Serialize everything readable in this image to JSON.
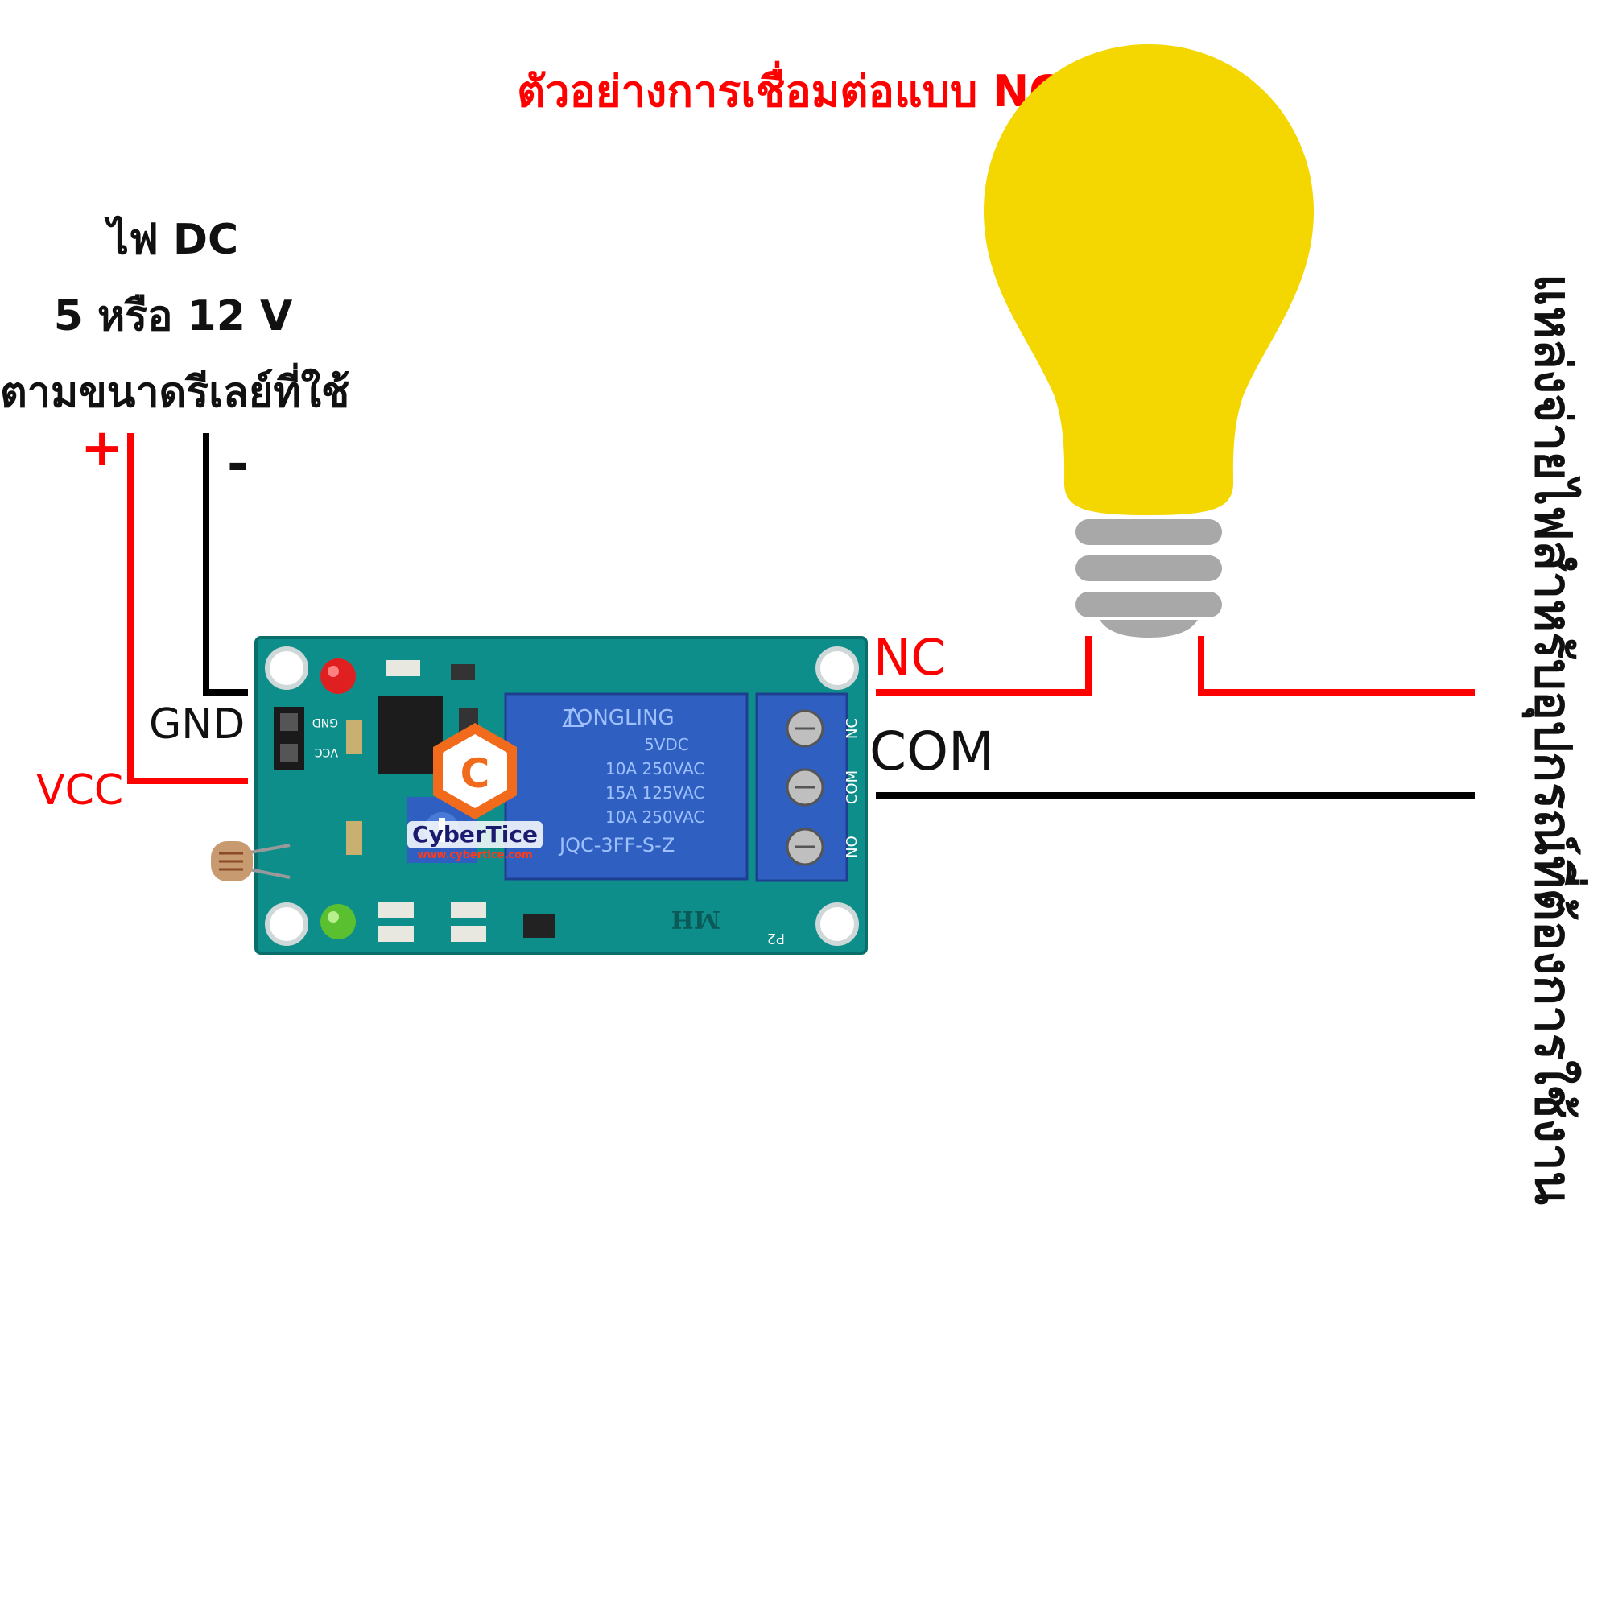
{
  "title": "ตัวอย่างการเชื่อมต่อแบบ NC",
  "power_supply": {
    "line1": "ไฟ DC",
    "line2": "5 หรือ 12 V",
    "line3": "ตามขนาดรีเลย์ที่ใช้",
    "plus": "+",
    "minus": "-"
  },
  "pins": {
    "gnd": "GND",
    "vcc": "VCC",
    "nc": "NC",
    "com": "COM"
  },
  "load_source_label": "แหล่งจ่ายไฟสำหรับอุปกรณ์ที่ต้องการใช้งาน",
  "relay": {
    "brand": "TONGLING",
    "rating1": "5VDC",
    "rating2": "10A 250VAC",
    "rating3": "15A 125VAC",
    "rating4": "10A 250VAC",
    "model": "JQC-3FF-S-Z",
    "term_nc": "NC",
    "term_com": "COM",
    "term_no": "NO",
    "board_mark": "MH",
    "board_p2": "P2",
    "pin_gnd": "GND",
    "pin_vcc": "VCC"
  },
  "logo": {
    "name": "CyberTice",
    "url": "www.cybertice.com"
  },
  "colors": {
    "wire_red": "#ff0000",
    "wire_black": "#000000",
    "bulb": "#f4d600",
    "bulb_base": "#a8a8a8",
    "pcb": "#0e8e8a",
    "relay": "#2f5fc0"
  }
}
